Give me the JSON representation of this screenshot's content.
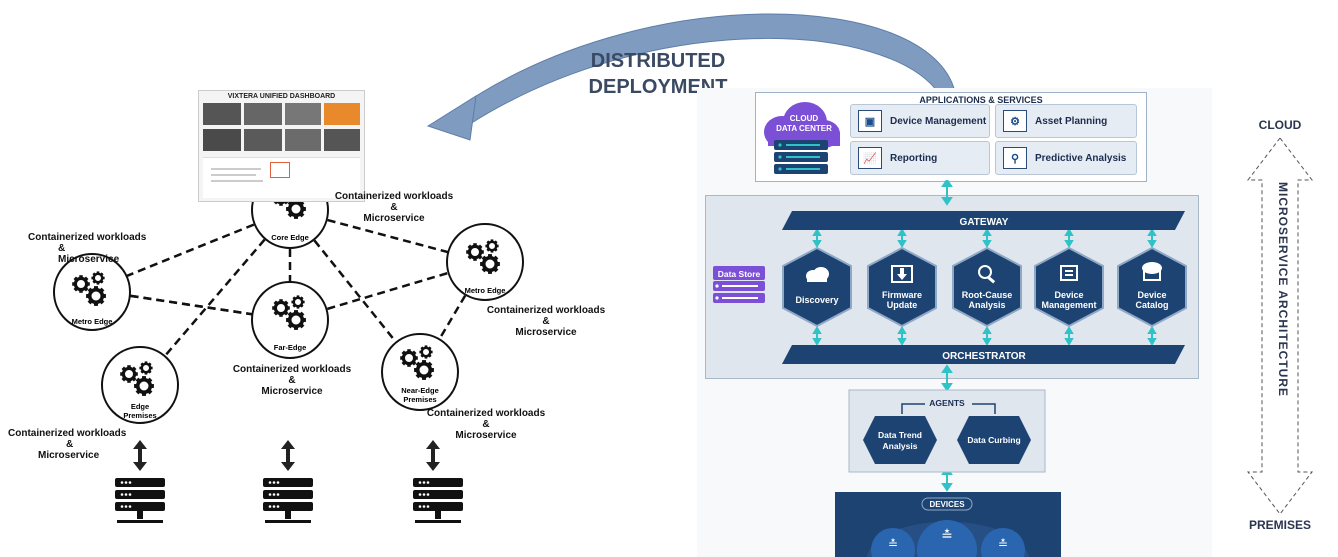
{
  "title": {
    "line1": "DISTRIBUTED",
    "line2": "DEPLOYMENT"
  },
  "dashboard": {
    "title": "VIXTERA UNIFIED DASHBOARD"
  },
  "nodes": {
    "core_edge": "Core Edge",
    "metro_edge_left": "Metro Edge",
    "metro_edge_right": "Metro Edge",
    "far_edge": "Far-Edge",
    "edge_premises": {
      "line1": "Edge",
      "line2": "Premises"
    },
    "near_edge_premises": {
      "line1": "Near-Edge",
      "line2": "Premises"
    }
  },
  "workloads": {
    "line1": "Containerized workloads",
    "amp": "&",
    "line2": "Microservice"
  },
  "architecture": {
    "apps_services": "APPLICATIONS & SERVICES",
    "cloud_dc": {
      "line1": "CLOUD",
      "line2": "DATA CENTER"
    },
    "apps": [
      {
        "label": "Device Management",
        "icon": "monitor-icon"
      },
      {
        "label": "Asset Planning",
        "icon": "network-icon"
      },
      {
        "label": "Reporting",
        "icon": "chart-icon"
      },
      {
        "label": "Predictive Analysis",
        "icon": "analysis-icon"
      }
    ],
    "gateway": "GATEWAY",
    "orchestrator": "ORCHESTRATOR",
    "data_store": "Data Store",
    "services": [
      {
        "line1": "Discovery",
        "line2": "",
        "icon": "cloud-icon"
      },
      {
        "line1": "Firmware",
        "line2": "Update",
        "icon": "download-icon"
      },
      {
        "line1": "Root-Cause",
        "line2": "Analysis",
        "icon": "search-icon"
      },
      {
        "line1": "Device",
        "line2": "Management",
        "icon": "device-icon"
      },
      {
        "line1": "Device",
        "line2": "Catalog",
        "icon": "catalog-icon"
      }
    ],
    "agents": "AGENTS",
    "agent_items": [
      {
        "line1": "Data Trend",
        "line2": "Analysis"
      },
      {
        "line1": "Data Curbing",
        "line2": ""
      }
    ],
    "devices": "DEVICES"
  },
  "side": {
    "top": "CLOUD",
    "middle": "MICROSERVICE ARCHITECTURE",
    "bottom": "PREMISES"
  },
  "colors": {
    "navy": "#1d4373",
    "teal": "#2fc3c8",
    "purple": "#7b4fd6",
    "arrow": "#7f9cc0"
  }
}
